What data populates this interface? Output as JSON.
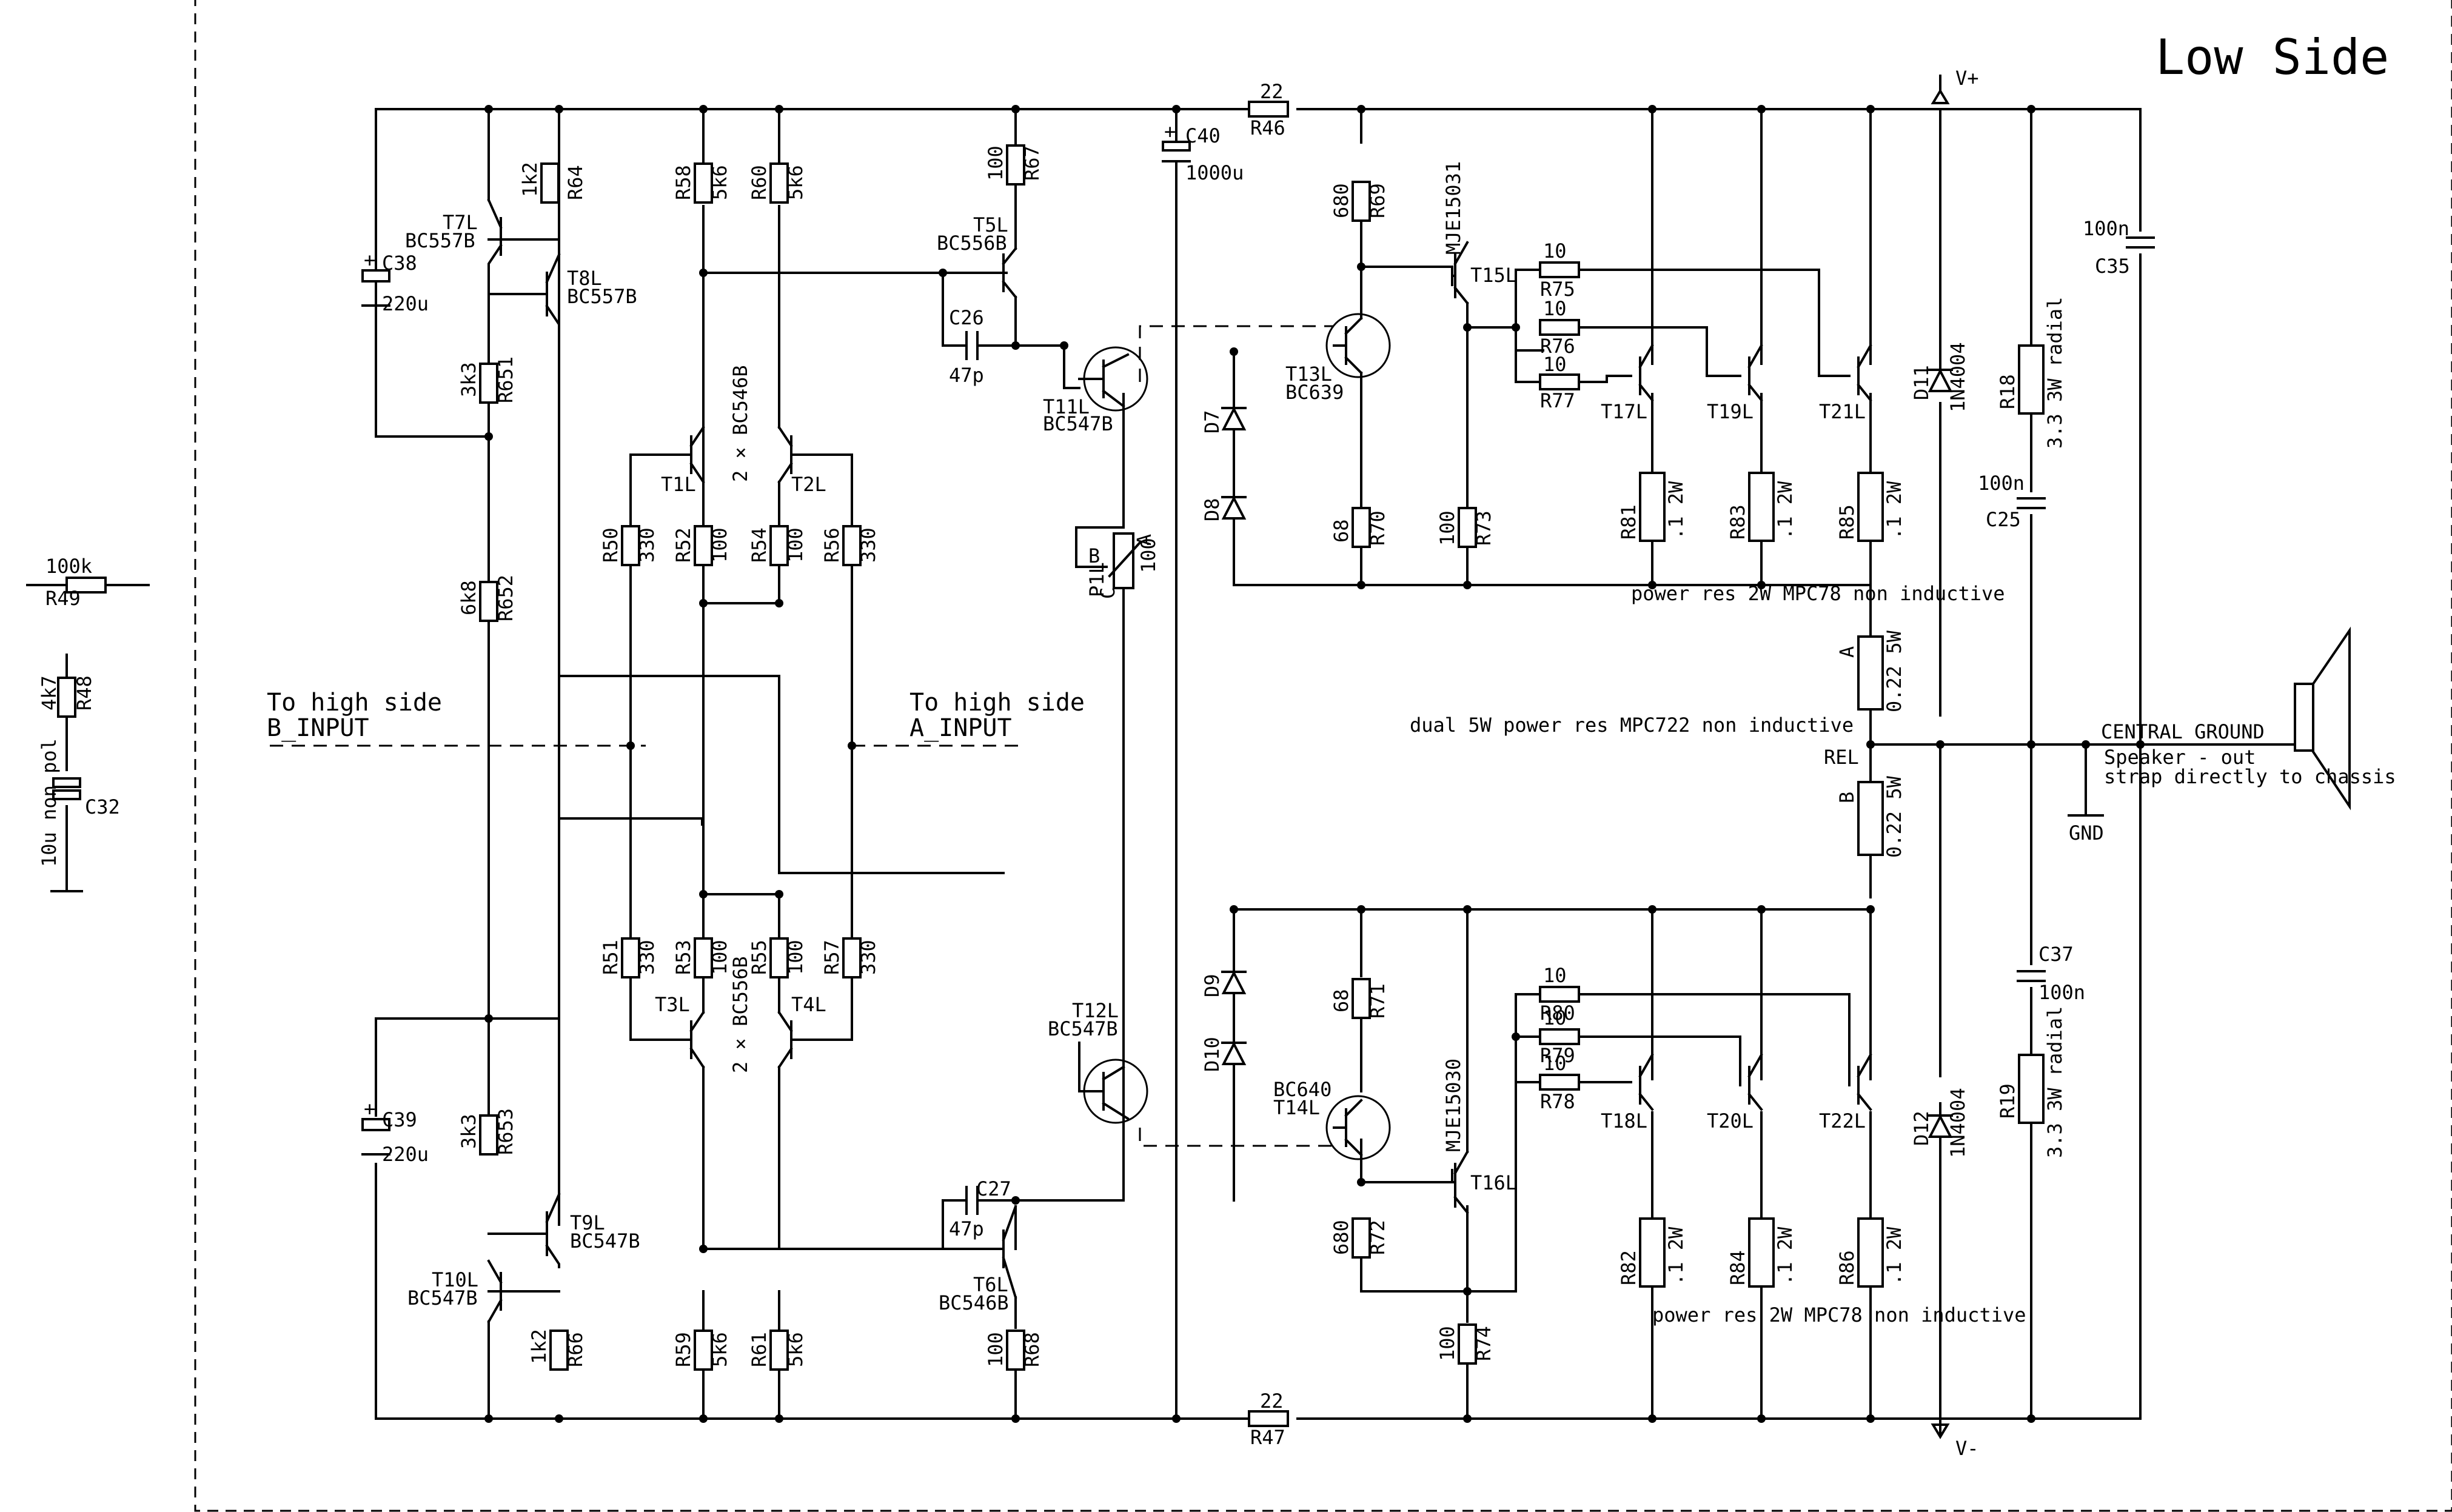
{
  "title": "Low Side",
  "rails": {
    "positive": "V+",
    "negative": "V-"
  },
  "notes": {
    "to_high_b": [
      "To high side",
      "B_INPUT"
    ],
    "to_high_a": [
      "To high side",
      "A_INPUT"
    ],
    "power_res_top": "power res 2W MPC78 non inductive",
    "power_res_bottom": "power res 2W MPC78 non inductive",
    "dual_res": "dual 5W power res MPC722 non inductive",
    "central_ground": "CENTRAL GROUND",
    "speaker": [
      "Speaker - out",
      "strap directly to chassis"
    ],
    "gnd": "GND",
    "rel": "REL",
    "pair_top": "2 × BC546B",
    "pair_bottom": "2 × BC556B"
  },
  "components": {
    "R49": {
      "ref": "R49",
      "value": "100k"
    },
    "R48": {
      "ref": "R48",
      "value": "4k7"
    },
    "C32": {
      "ref": "C32",
      "value": "10u non pol"
    },
    "R64": {
      "ref": "R64",
      "value": "1k2"
    },
    "R66": {
      "ref": "R66",
      "value": "1k2"
    },
    "R651": {
      "ref": "R651",
      "value": "3k3"
    },
    "R652": {
      "ref": "R652",
      "value": "6k8"
    },
    "R653": {
      "ref": "R653",
      "value": "3k3"
    },
    "C38": {
      "ref": "C38",
      "value": "220u"
    },
    "C39": {
      "ref": "C39",
      "value": "220u"
    },
    "T7L": {
      "ref": "T7L",
      "value": "BC557B"
    },
    "T8L": {
      "ref": "T8L",
      "value": "BC557B"
    },
    "T9L": {
      "ref": "T9L",
      "value": "BC547B"
    },
    "T10L": {
      "ref": "T10L",
      "value": "BC547B"
    },
    "R58": {
      "ref": "R58",
      "value": "5k6"
    },
    "R60": {
      "ref": "R60",
      "value": "5k6"
    },
    "R59": {
      "ref": "R59",
      "value": "5k6"
    },
    "R61": {
      "ref": "R61",
      "value": "5k6"
    },
    "T1L": {
      "ref": "T1L"
    },
    "T2L": {
      "ref": "T2L"
    },
    "T3L": {
      "ref": "T3L"
    },
    "T4L": {
      "ref": "T4L"
    },
    "R50": {
      "ref": "R50",
      "value": "330"
    },
    "R52": {
      "ref": "R52",
      "value": "100"
    },
    "R54": {
      "ref": "R54",
      "value": "100"
    },
    "R56": {
      "ref": "R56",
      "value": "330"
    },
    "R51": {
      "ref": "R51",
      "value": "330"
    },
    "R53": {
      "ref": "R53",
      "value": "100"
    },
    "R55": {
      "ref": "R55",
      "value": "100"
    },
    "R57": {
      "ref": "R57",
      "value": "330"
    },
    "R67": {
      "ref": "R67",
      "value": "100"
    },
    "R68": {
      "ref": "R68",
      "value": "100"
    },
    "T5L": {
      "ref": "T5L",
      "value": "BC556B"
    },
    "T6L": {
      "ref": "T6L",
      "value": "BC546B"
    },
    "C26": {
      "ref": "C26",
      "value": "47p"
    },
    "C27": {
      "ref": "C27",
      "value": "47p"
    },
    "T11L": {
      "ref": "T11L",
      "value": "BC547B"
    },
    "T12L": {
      "ref": "T12L",
      "value": "BC547B"
    },
    "P1L": {
      "ref": "P1L",
      "value": "100",
      "pins": [
        "B",
        "C",
        "A"
      ]
    },
    "C40": {
      "ref": "C40",
      "value": "1000u"
    },
    "R46": {
      "ref": "R46",
      "value": "22"
    },
    "R47": {
      "ref": "R47",
      "value": "22"
    },
    "D7": {
      "ref": "D7"
    },
    "D8": {
      "ref": "D8"
    },
    "D9": {
      "ref": "D9"
    },
    "D10": {
      "ref": "D10"
    },
    "T13L": {
      "ref": "T13L",
      "value": "BC639"
    },
    "T14L": {
      "ref": "T14L",
      "value": "BC640"
    },
    "R69": {
      "ref": "R69",
      "value": "680"
    },
    "R70": {
      "ref": "R70",
      "value": "68"
    },
    "R71": {
      "ref": "R71",
      "value": "68"
    },
    "R72": {
      "ref": "R72",
      "value": "680"
    },
    "T15L": {
      "ref": "T15L",
      "value": "MJE15031"
    },
    "T16L": {
      "ref": "T16L",
      "value": "MJE15030"
    },
    "R73": {
      "ref": "R73",
      "value": "100"
    },
    "R74": {
      "ref": "R74",
      "value": "100"
    },
    "R75": {
      "ref": "R75",
      "value": "10"
    },
    "R76": {
      "ref": "R76",
      "value": "10"
    },
    "R77": {
      "ref": "R77",
      "value": "10"
    },
    "R78": {
      "ref": "R78",
      "value": "10"
    },
    "R79": {
      "ref": "R79",
      "value": "10"
    },
    "R80": {
      "ref": "R80",
      "value": "10"
    },
    "T17L": {
      "ref": "T17L"
    },
    "T19L": {
      "ref": "T19L"
    },
    "T21L": {
      "ref": "T21L"
    },
    "T18L": {
      "ref": "T18L"
    },
    "T20L": {
      "ref": "T20L"
    },
    "T22L": {
      "ref": "T22L"
    },
    "R81": {
      "ref": "R81",
      "value": ".1 2W"
    },
    "R83": {
      "ref": "R83",
      "value": ".1 2W"
    },
    "R85": {
      "ref": "R85",
      "value": ".1 2W"
    },
    "R82": {
      "ref": "R82",
      "value": ".1 2W"
    },
    "R84": {
      "ref": "R84",
      "value": ".1 2W"
    },
    "R86": {
      "ref": "R86",
      "value": ".1 2W"
    },
    "RA": {
      "ref": "A",
      "value": "0.22 5W"
    },
    "RB": {
      "ref": "B",
      "value": "0.22 5W"
    },
    "D11": {
      "ref": "D11",
      "value": "1N4004"
    },
    "D12": {
      "ref": "D12",
      "value": "1N4004"
    },
    "R18": {
      "ref": "R18",
      "value": "3.3 3W radial"
    },
    "R19": {
      "ref": "R19",
      "value": "3.3 3W radial"
    },
    "C35": {
      "ref": "C35",
      "value": "100n"
    },
    "C25": {
      "ref": "C25",
      "value": "100n"
    },
    "C37": {
      "ref": "C37",
      "value": "100n"
    }
  }
}
